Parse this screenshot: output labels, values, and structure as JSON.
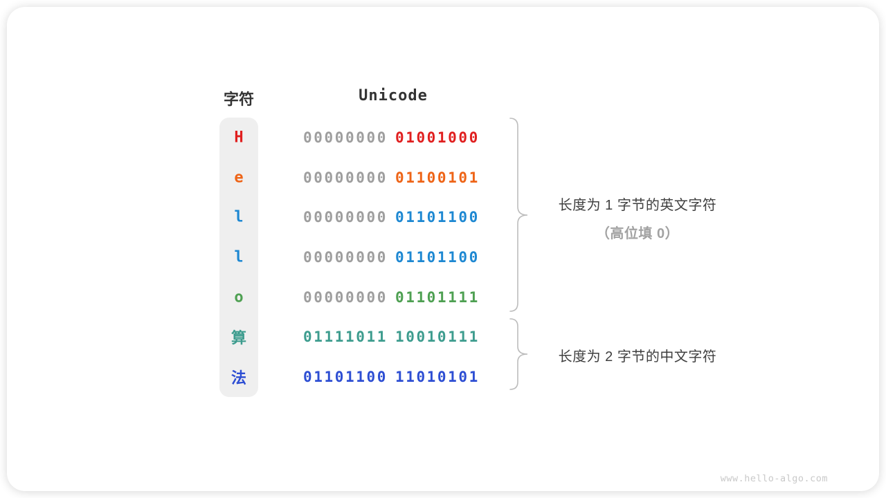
{
  "table": {
    "char_header": "字符",
    "unicode_header": "Unicode",
    "zero_color": "#9e9e9e",
    "rows": [
      {
        "char": "H",
        "byte1": "00000000",
        "byte2": "01001000",
        "color": "#e01f1f",
        "byte1_gray": true
      },
      {
        "char": "e",
        "byte1": "00000000",
        "byte2": "01100101",
        "color": "#ee6417",
        "byte1_gray": true
      },
      {
        "char": "l",
        "byte1": "00000000",
        "byte2": "01101100",
        "color": "#1e88d2",
        "byte1_gray": true
      },
      {
        "char": "l",
        "byte1": "00000000",
        "byte2": "01101100",
        "color": "#1e88d2",
        "byte1_gray": true
      },
      {
        "char": "o",
        "byte1": "00000000",
        "byte2": "01101111",
        "color": "#4ea052",
        "byte1_gray": true
      },
      {
        "char": "算",
        "byte1": "01111011",
        "byte2": "10010111",
        "color": "#3d9c8e",
        "byte1_gray": false
      },
      {
        "char": "法",
        "byte1": "01101100",
        "byte2": "11010101",
        "color": "#2d4ed3",
        "byte1_gray": false
      }
    ]
  },
  "annotations": [
    {
      "line1": "长度为 1 字节的英文字符",
      "line2": "（高位填 0）"
    },
    {
      "line1": "长度为 2 字节的中文字符",
      "line2": ""
    }
  ],
  "brace_color": "#bcbcbc",
  "watermark": "www.hello-algo.com"
}
